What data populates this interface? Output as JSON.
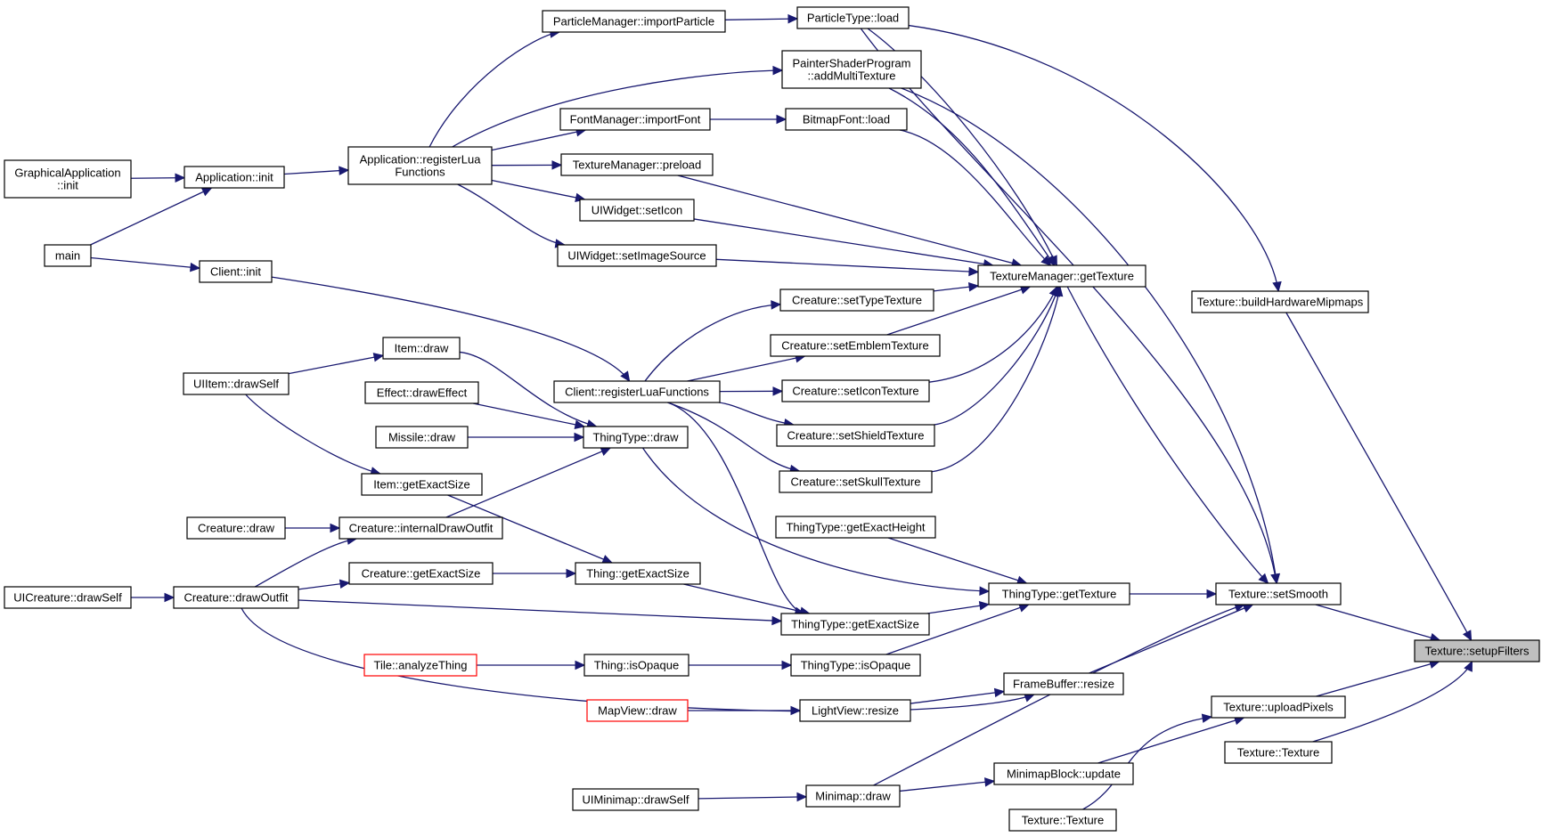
{
  "graph": {
    "focus": "setupFilters",
    "nodes": {
      "setupFilters": {
        "lines": [
          "Texture::setupFilters"
        ]
      },
      "buildHardwareMipmaps": {
        "lines": [
          "Texture::buildHardwareMipmaps"
        ]
      },
      "setSmooth": {
        "lines": [
          "Texture::setSmooth"
        ]
      },
      "uploadPixels": {
        "lines": [
          "Texture::uploadPixels"
        ]
      },
      "textureCtorA": {
        "lines": [
          "Texture::Texture"
        ]
      },
      "textureCtorB": {
        "lines": [
          "Texture::Texture"
        ]
      },
      "particleTypeLoad": {
        "lines": [
          "ParticleType::load"
        ]
      },
      "addMultiTexture": {
        "lines": [
          "PainterShaderProgram",
          "::addMultiTexture"
        ]
      },
      "getTexture": {
        "lines": [
          "TextureManager::getTexture"
        ]
      },
      "thingTypeGetTexture": {
        "lines": [
          "ThingType::getTexture"
        ]
      },
      "frameBufferResize": {
        "lines": [
          "FrameBuffer::resize"
        ]
      },
      "minimapDraw": {
        "lines": [
          "Minimap::draw"
        ]
      },
      "minimapBlockUpdate": {
        "lines": [
          "MinimapBlock::update"
        ]
      },
      "importParticle": {
        "lines": [
          "ParticleManager::importParticle"
        ]
      },
      "appRegisterLua": {
        "lines": [
          "Application::registerLua",
          "Functions"
        ]
      },
      "appInit": {
        "lines": [
          "Application::init"
        ]
      },
      "graphicalInit": {
        "lines": [
          "GraphicalApplication",
          "::init"
        ]
      },
      "main": {
        "lines": [
          "main"
        ]
      },
      "bitmapFontLoad": {
        "lines": [
          "BitmapFont::load"
        ]
      },
      "importFont": {
        "lines": [
          "FontManager::importFont"
        ]
      },
      "preload": {
        "lines": [
          "TextureManager::preload"
        ]
      },
      "setIcon": {
        "lines": [
          "UIWidget::setIcon"
        ]
      },
      "setImageSource": {
        "lines": [
          "UIWidget::setImageSource"
        ]
      },
      "setTypeTexture": {
        "lines": [
          "Creature::setTypeTexture"
        ]
      },
      "setEmblemTexture": {
        "lines": [
          "Creature::setEmblemTexture"
        ]
      },
      "setIconTexture": {
        "lines": [
          "Creature::setIconTexture"
        ]
      },
      "setShieldTexture": {
        "lines": [
          "Creature::setShieldTexture"
        ]
      },
      "setSkullTexture": {
        "lines": [
          "Creature::setSkullTexture"
        ]
      },
      "clientRegisterLua": {
        "lines": [
          "Client::registerLuaFunctions"
        ]
      },
      "clientInit": {
        "lines": [
          "Client::init"
        ]
      },
      "thingTypeDraw": {
        "lines": [
          "ThingType::draw"
        ]
      },
      "getExactHeight": {
        "lines": [
          "ThingType::getExactHeight"
        ]
      },
      "thingTypeGetExactSize": {
        "lines": [
          "ThingType::getExactSize"
        ]
      },
      "thingTypeIsOpaque": {
        "lines": [
          "ThingType::isOpaque"
        ]
      },
      "itemDraw": {
        "lines": [
          "Item::draw"
        ]
      },
      "uiItemDrawSelf": {
        "lines": [
          "UIItem::drawSelf"
        ]
      },
      "effectDraw": {
        "lines": [
          "Effect::drawEffect"
        ]
      },
      "missileDraw": {
        "lines": [
          "Missile::draw"
        ]
      },
      "itemGetExactSize": {
        "lines": [
          "Item::getExactSize"
        ]
      },
      "internalDrawOutfit": {
        "lines": [
          "Creature::internalDrawOutfit"
        ]
      },
      "creatureDraw": {
        "lines": [
          "Creature::draw"
        ]
      },
      "creatureGetExactSize": {
        "lines": [
          "Creature::getExactSize"
        ]
      },
      "drawOutfit": {
        "lines": [
          "Creature::drawOutfit"
        ]
      },
      "uiCreatureDrawSelf": {
        "lines": [
          "UICreature::drawSelf"
        ]
      },
      "thingGetExactSize": {
        "lines": [
          "Thing::getExactSize"
        ]
      },
      "thingIsOpaque": {
        "lines": [
          "Thing::isOpaque"
        ]
      },
      "analyzeThing": {
        "lines": [
          "Tile::analyzeThing"
        ]
      },
      "mapViewDraw": {
        "lines": [
          "MapView::draw"
        ]
      },
      "lightViewResize": {
        "lines": [
          "LightView::resize"
        ]
      },
      "uiMinimapDrawSelf": {
        "lines": [
          "UIMinimap::drawSelf"
        ]
      }
    },
    "edges": [
      [
        "buildHardwareMipmaps",
        "setupFilters"
      ],
      [
        "setSmooth",
        "setupFilters"
      ],
      [
        "uploadPixels",
        "setupFilters"
      ],
      [
        "textureCtorA",
        "setupFilters"
      ],
      [
        "particleTypeLoad",
        "buildHardwareMipmaps"
      ],
      [
        "particleTypeLoad",
        "setSmooth"
      ],
      [
        "particleTypeLoad",
        "getTexture"
      ],
      [
        "addMultiTexture",
        "setSmooth"
      ],
      [
        "getTexture",
        "setSmooth"
      ],
      [
        "thingTypeGetTexture",
        "setSmooth"
      ],
      [
        "frameBufferResize",
        "setSmooth"
      ],
      [
        "minimapDraw",
        "setSmooth"
      ],
      [
        "minimapBlockUpdate",
        "uploadPixels"
      ],
      [
        "textureCtorB",
        "uploadPixels"
      ],
      [
        "importParticle",
        "particleTypeLoad"
      ],
      [
        "appRegisterLua",
        "importParticle"
      ],
      [
        "appRegisterLua",
        "addMultiTexture"
      ],
      [
        "appRegisterLua",
        "importFont"
      ],
      [
        "appRegisterLua",
        "preload"
      ],
      [
        "appRegisterLua",
        "setIcon"
      ],
      [
        "appRegisterLua",
        "setImageSource"
      ],
      [
        "appInit",
        "appRegisterLua"
      ],
      [
        "graphicalInit",
        "appInit"
      ],
      [
        "main",
        "appInit"
      ],
      [
        "main",
        "clientInit"
      ],
      [
        "importFont",
        "bitmapFontLoad"
      ],
      [
        "bitmapFontLoad",
        "getTexture"
      ],
      [
        "preload",
        "getTexture"
      ],
      [
        "setIcon",
        "getTexture"
      ],
      [
        "setImageSource",
        "getTexture"
      ],
      [
        "addMultiTexture",
        "getTexture"
      ],
      [
        "setTypeTexture",
        "getTexture"
      ],
      [
        "setEmblemTexture",
        "getTexture"
      ],
      [
        "setIconTexture",
        "getTexture"
      ],
      [
        "setShieldTexture",
        "getTexture"
      ],
      [
        "setSkullTexture",
        "getTexture"
      ],
      [
        "clientInit",
        "clientRegisterLua"
      ],
      [
        "clientRegisterLua",
        "setTypeTexture"
      ],
      [
        "clientRegisterLua",
        "setEmblemTexture"
      ],
      [
        "clientRegisterLua",
        "setIconTexture"
      ],
      [
        "clientRegisterLua",
        "setShieldTexture"
      ],
      [
        "clientRegisterLua",
        "setSkullTexture"
      ],
      [
        "clientRegisterLua",
        "thingTypeGetExactSize"
      ],
      [
        "thingTypeDraw",
        "thingTypeGetTexture"
      ],
      [
        "getExactHeight",
        "thingTypeGetTexture"
      ],
      [
        "thingTypeGetExactSize",
        "thingTypeGetTexture"
      ],
      [
        "thingTypeIsOpaque",
        "thingTypeGetTexture"
      ],
      [
        "itemDraw",
        "thingTypeDraw"
      ],
      [
        "effectDraw",
        "thingTypeDraw"
      ],
      [
        "missileDraw",
        "thingTypeDraw"
      ],
      [
        "internalDrawOutfit",
        "thingTypeDraw"
      ],
      [
        "uiItemDrawSelf",
        "itemDraw"
      ],
      [
        "uiItemDrawSelf",
        "itemGetExactSize"
      ],
      [
        "itemGetExactSize",
        "thingGetExactSize"
      ],
      [
        "creatureDraw",
        "internalDrawOutfit"
      ],
      [
        "drawOutfit",
        "internalDrawOutfit"
      ],
      [
        "drawOutfit",
        "creatureGetExactSize"
      ],
      [
        "drawOutfit",
        "thingTypeGetExactSize"
      ],
      [
        "drawOutfit",
        "frameBufferResize"
      ],
      [
        "uiCreatureDrawSelf",
        "drawOutfit"
      ],
      [
        "creatureGetExactSize",
        "thingGetExactSize"
      ],
      [
        "thingGetExactSize",
        "thingTypeGetExactSize"
      ],
      [
        "analyzeThing",
        "thingIsOpaque"
      ],
      [
        "thingIsOpaque",
        "thingTypeIsOpaque"
      ],
      [
        "mapViewDraw",
        "lightViewResize"
      ],
      [
        "lightViewResize",
        "frameBufferResize"
      ],
      [
        "uiMinimapDrawSelf",
        "minimapDraw"
      ],
      [
        "minimapDraw",
        "minimapBlockUpdate"
      ]
    ]
  }
}
